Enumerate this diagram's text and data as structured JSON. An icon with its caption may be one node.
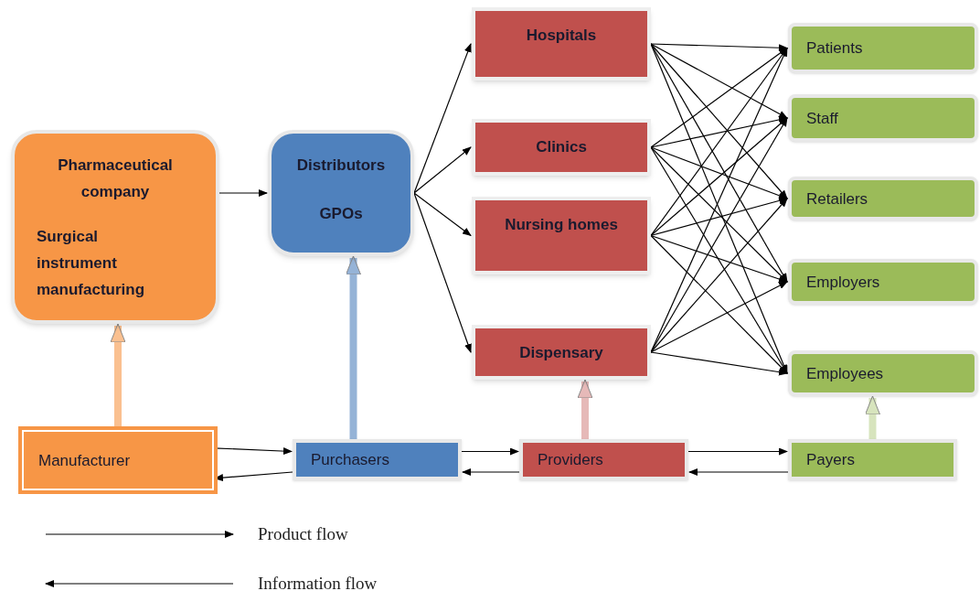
{
  "diagram": {
    "nodes": [
      {
        "text": [
          "Pharmaceutical company",
          "Surgical instrument manufacturing"
        ]
      },
      {
        "text": [
          "Distributors",
          "GPOs"
        ]
      },
      {
        "text": [
          "Hospitals"
        ]
      },
      {
        "text": [
          "Clinics"
        ]
      },
      {
        "text": [
          "Nursing homes"
        ]
      },
      {
        "text": [
          "Dispensary"
        ]
      },
      {
        "text": [
          "Patients"
        ]
      },
      {
        "text": [
          "Staff"
        ]
      },
      {
        "text": [
          "Retailers"
        ]
      },
      {
        "text": [
          "Employers"
        ]
      },
      {
        "text": [
          "Employees"
        ]
      },
      {
        "text": [
          "Manufacturer"
        ]
      },
      {
        "text": [
          "Purchasers"
        ]
      },
      {
        "text": [
          "Providers"
        ]
      },
      {
        "text": [
          "Payers"
        ]
      }
    ],
    "edges": [
      {
        "from": 0,
        "to": 1,
        "arrow": "to"
      },
      {
        "from": 1,
        "to": 2,
        "arrow": "to"
      },
      {
        "from": 1,
        "to": 3,
        "arrow": "to"
      },
      {
        "from": 1,
        "to": 4,
        "arrow": "to"
      },
      {
        "from": 1,
        "to": 5,
        "arrow": "to"
      },
      {
        "from": 2,
        "to": 6,
        "arrow": "to"
      },
      {
        "from": 2,
        "to": 7,
        "arrow": "to"
      },
      {
        "from": 2,
        "to": 8,
        "arrow": "to"
      },
      {
        "from": 2,
        "to": 9,
        "arrow": "to"
      },
      {
        "from": 2,
        "to": 10,
        "arrow": "to"
      },
      {
        "from": 3,
        "to": 6,
        "arrow": "to"
      },
      {
        "from": 3,
        "to": 7,
        "arrow": "to"
      },
      {
        "from": 3,
        "to": 8,
        "arrow": "to"
      },
      {
        "from": 3,
        "to": 9,
        "arrow": "to"
      },
      {
        "from": 3,
        "to": 10,
        "arrow": "to"
      },
      {
        "from": 4,
        "to": 6,
        "arrow": "to"
      },
      {
        "from": 4,
        "to": 7,
        "arrow": "to"
      },
      {
        "from": 4,
        "to": 8,
        "arrow": "to"
      },
      {
        "from": 4,
        "to": 9,
        "arrow": "to"
      },
      {
        "from": 4,
        "to": 10,
        "arrow": "to"
      },
      {
        "from": 5,
        "to": 6,
        "arrow": "to"
      },
      {
        "from": 5,
        "to": 7,
        "arrow": "to"
      },
      {
        "from": 5,
        "to": 8,
        "arrow": "to"
      },
      {
        "from": 5,
        "to": 9,
        "arrow": "to"
      },
      {
        "from": 5,
        "to": 10,
        "arrow": "to"
      },
      {
        "from": 11,
        "to": 12,
        "arrow": "to"
      },
      {
        "from": 12,
        "to": 11,
        "arrow": "to"
      },
      {
        "from": 12,
        "to": 13,
        "arrow": "to"
      },
      {
        "from": 13,
        "to": 12,
        "arrow": "to"
      },
      {
        "from": 13,
        "to": 14,
        "arrow": "to"
      },
      {
        "from": 14,
        "to": 13,
        "arrow": "to"
      },
      {
        "from": 11,
        "to": 0,
        "arrow": "to",
        "style": "thick",
        "color": "#fac090"
      },
      {
        "from": 12,
        "to": 1,
        "arrow": "to",
        "style": "thick",
        "color": "#95b3d7"
      },
      {
        "from": 13,
        "to": 5,
        "arrow": "to",
        "style": "thick",
        "color": "#e6b9b8"
      },
      {
        "from": 14,
        "to": 10,
        "arrow": "to",
        "style": "thick",
        "color": "#d7e4bd"
      }
    ],
    "legend": [
      {
        "text": "Product flow"
      },
      {
        "text": "Information flow"
      }
    ]
  }
}
